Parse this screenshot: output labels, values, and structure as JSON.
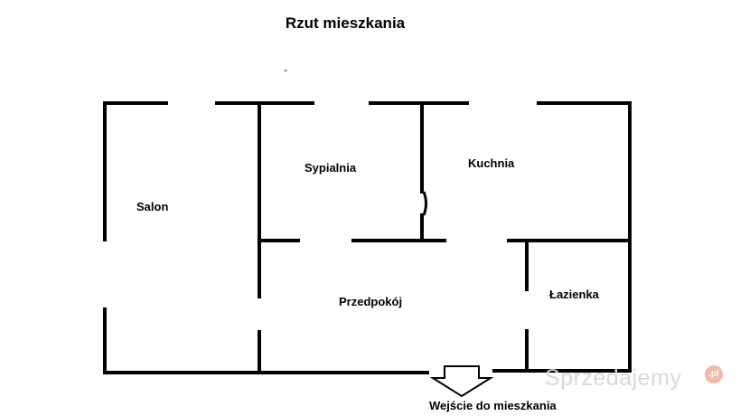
{
  "title": "Rzut mieszkania",
  "rooms": {
    "salon": "Salon",
    "sypialnia": "Sypialnia",
    "kuchnia": "Kuchnia",
    "przedpokoj": "Przedpokój",
    "lazienka": "Łazienka"
  },
  "entrance": "Wejście do mieszkania",
  "watermark": {
    "text": "Sprzedajemy",
    "badge": ".pl"
  },
  "colors": {
    "wall": "#000000",
    "watermark": "#d8d8d8",
    "badge": "#f2b8ad"
  }
}
